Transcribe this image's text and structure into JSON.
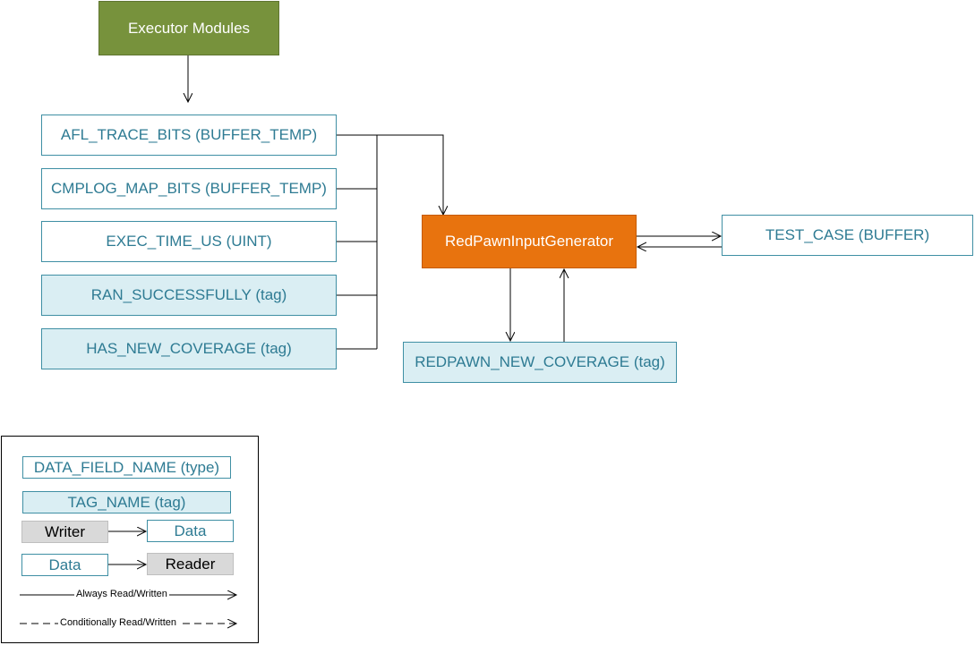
{
  "executor": {
    "label": "Executor Modules"
  },
  "inputs": [
    {
      "label": "AFL_TRACE_BITS (BUFFER_TEMP)",
      "kind": "data"
    },
    {
      "label": "CMPLOG_MAP_BITS (BUFFER_TEMP)",
      "kind": "data"
    },
    {
      "label": "EXEC_TIME_US (UINT)",
      "kind": "data"
    },
    {
      "label": "RAN_SUCCESSFULLY (tag)",
      "kind": "tag"
    },
    {
      "label": "HAS_NEW_COVERAGE (tag)",
      "kind": "tag"
    }
  ],
  "generator": {
    "label": "RedPawnInputGenerator"
  },
  "test_case": {
    "label": "TEST_CASE (BUFFER)"
  },
  "redpawn_coverage": {
    "label": "REDPAWN_NEW_COVERAGE (tag)"
  },
  "legend": {
    "data_field": "DATA_FIELD_NAME (type)",
    "tag_name": "TAG_NAME (tag)",
    "writer": "Writer",
    "data_1": "Data",
    "data_2": "Data",
    "reader": "Reader",
    "always": "Always Read/Written",
    "conditional": "Conditionally Read/Written"
  },
  "colors": {
    "executor": "#77923c",
    "generator": "#e8730e",
    "data_border": "#3f8fa4",
    "data_text": "#2e7b93",
    "tag_fill": "#daeef3",
    "legend_grey": "#d9d9d9"
  }
}
